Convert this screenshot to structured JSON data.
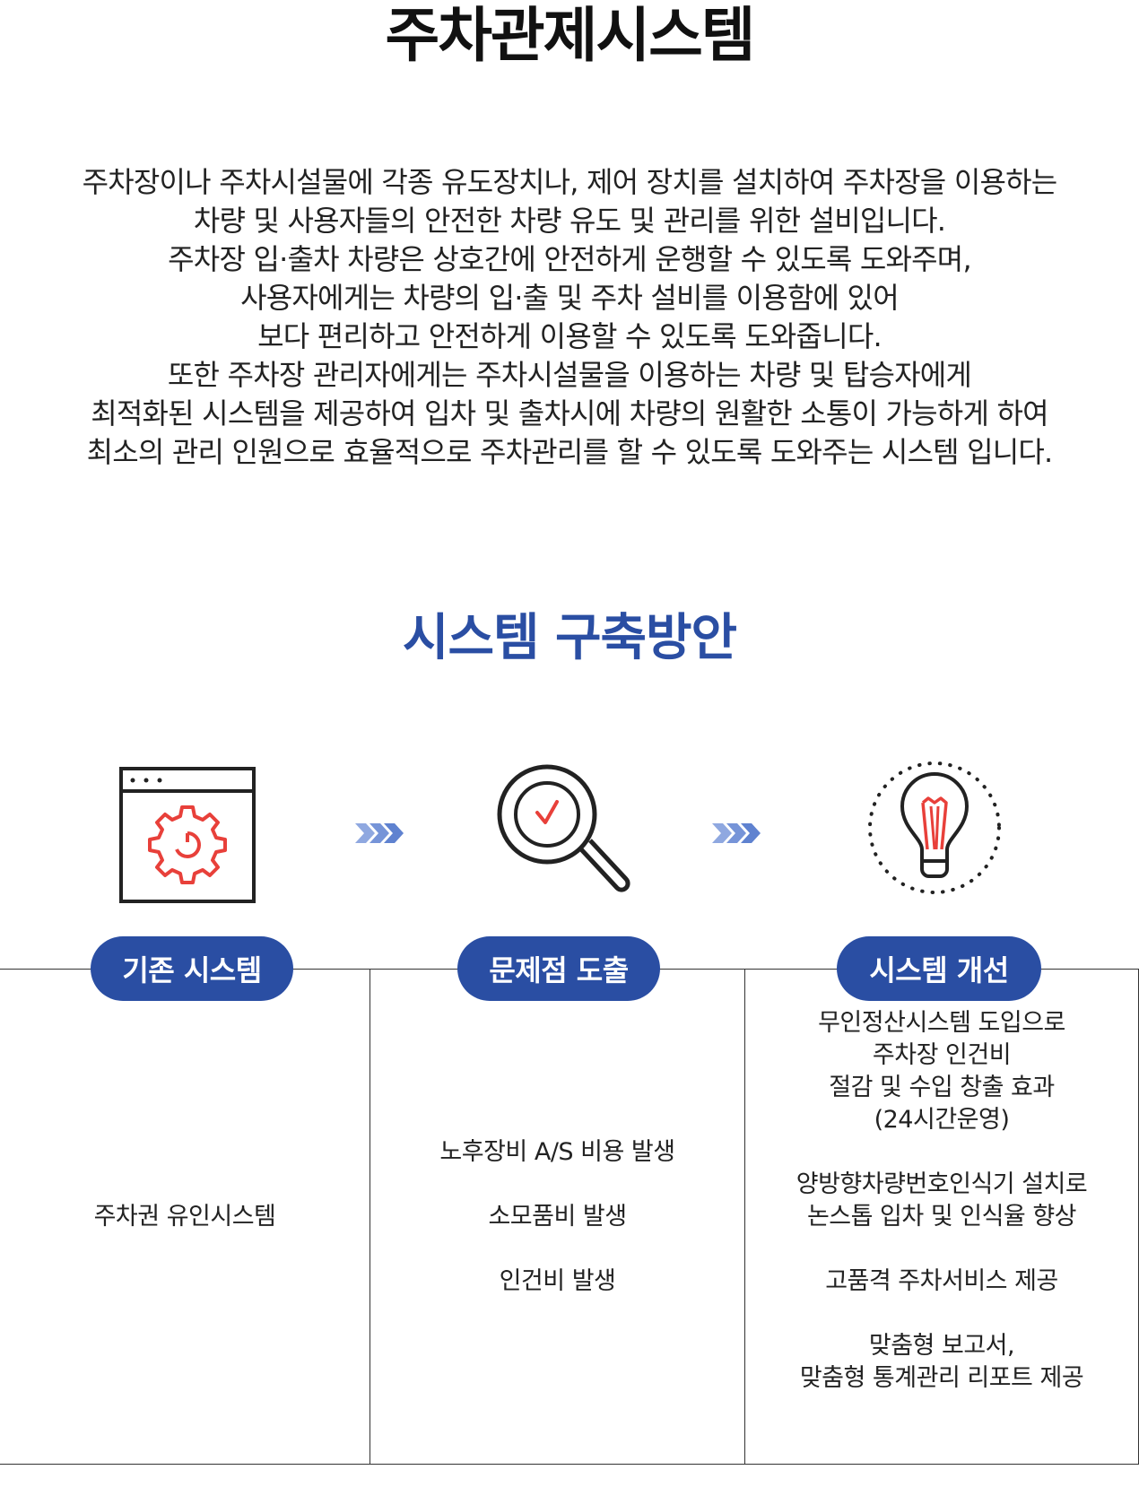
{
  "title": "주차관제시스템",
  "intro_lines": [
    "주차장이나 주차시설물에 각종 유도장치나, 제어 장치를 설치하여 주차장을 이용하는",
    "차량 및 사용자들의 안전한 차량 유도 및 관리를 위한 설비입니다.",
    "주차장 입·출차 차량은 상호간에 안전하게 운행할 수 있도록 도와주며,",
    "사용자에게는 차량의 입·출 및 주차 설비를 이용함에 있어",
    "보다 편리하고 안전하게 이용할 수 있도록 도와줍니다.",
    "또한 주차장 관리자에게는 주차시설물을 이용하는 차량 및 탑승자에게",
    "최적화된 시스템을 제공하여 입차 및 출차시에 차량의 원활한 소통이 가능하게 하여",
    "최소의 관리 인원으로 효율적으로 주차관리를 할 수 있도록 도와주는 시스템 입니다."
  ],
  "section_title": "시스템 구축방안",
  "accent_color": "#2a4ea3",
  "icon_red": "#e8403a",
  "steps": [
    {
      "icon": "browser-gear-icon",
      "label": "기존 시스템",
      "lines": [
        "주차권 유인시스템"
      ]
    },
    {
      "icon": "magnifier-check-icon",
      "label": "문제점 도출",
      "lines": [
        "노후장비 A/S 비용 발생",
        "",
        "소모품비 발생",
        "",
        "인건비 발생"
      ]
    },
    {
      "icon": "lightbulb-icon",
      "label": "시스템 개선",
      "lines": [
        "무인정산시스템 도입으로",
        "주차장 인건비",
        "절감 및 수입 창출 효과",
        "(24시간운영)",
        "",
        "양방향차량번호인식기 설치로",
        "논스톱 입차 및 인식율 향상",
        "",
        "고품격 주차서비스 제공",
        "",
        "맞춤형 보고서,",
        "맞춤형 통계관리 리포트 제공"
      ]
    }
  ]
}
